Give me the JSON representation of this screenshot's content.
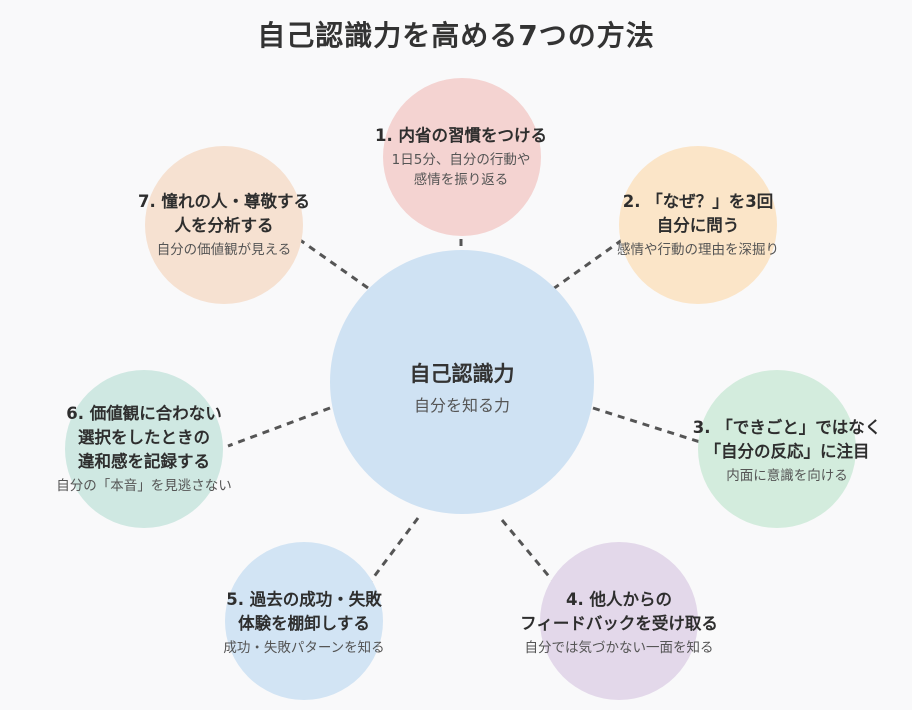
{
  "title": "自己認識力を高める7つの方法",
  "center": {
    "title": "自己認識力",
    "subtitle": "自分を知る力"
  },
  "colors": {
    "center": "#cfe2f3",
    "m1": "#f4d3d1",
    "m2": "#fbe5c8",
    "m3": "#d3ecdd",
    "m4": "#e3d8ea",
    "m5": "#d2e4f4",
    "m6": "#cfe8e2",
    "m7": "#f6e1d1",
    "connector": "#555555"
  },
  "methods": [
    {
      "title": "1. 内省の習慣をつける",
      "desc": "1日5分、自分の行動や\n感情を振り返る"
    },
    {
      "title": "2. 「なぜ？」を3回\n自分に問う",
      "desc": "感情や行動の理由を深掘り"
    },
    {
      "title": "3. 「できごと」ではなく\n「自分の反応」に注目",
      "desc": "内面に意識を向ける"
    },
    {
      "title": "4. 他人からの\nフィードバックを受け取る",
      "desc": "自分では気づかない一面を知る"
    },
    {
      "title": "5. 過去の成功・失敗\n体験を棚卸しする",
      "desc": "成功・失敗パターンを知る"
    },
    {
      "title": "6. 価値観に合わない\n選択をしたときの\n違和感を記録する",
      "desc": "自分の「本音」を見逃さない"
    },
    {
      "title": "7. 憧れの人・尊敬する\n人を分析する",
      "desc": "自分の価値観が見える"
    }
  ]
}
